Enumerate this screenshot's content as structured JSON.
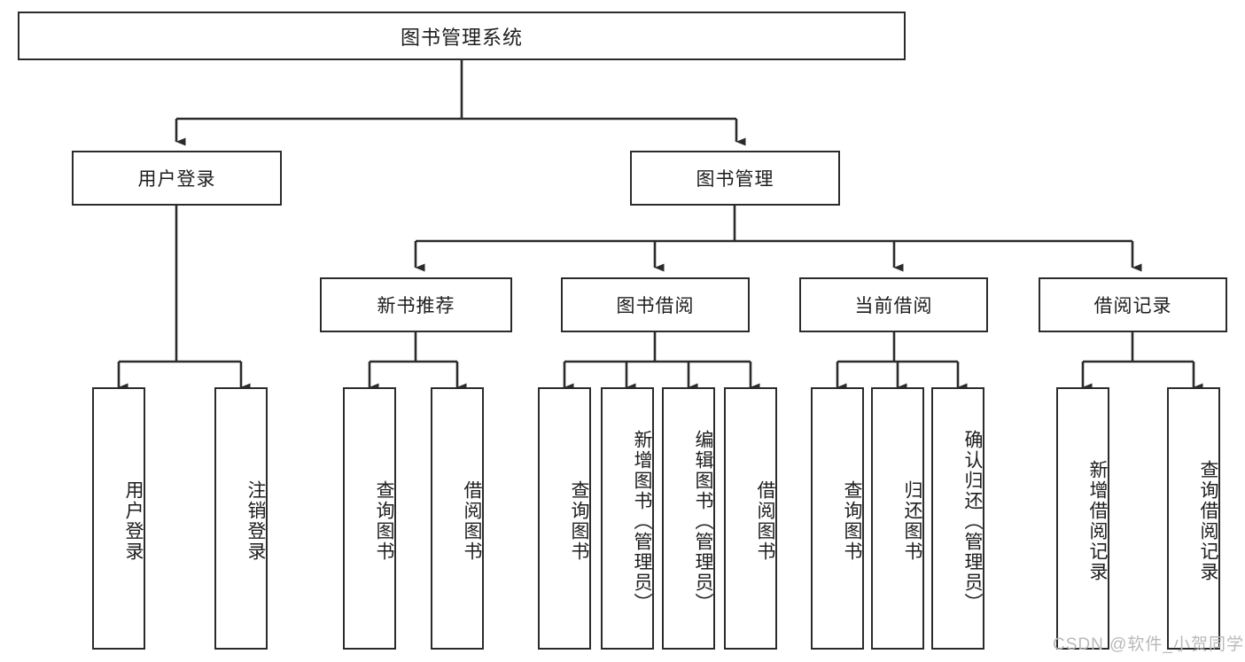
{
  "diagram": {
    "title": "图书管理系统",
    "type": "tree-hierarchy",
    "watermark": "CSDN @软件_小贺同学",
    "colors": {
      "box_border": "#2b2b2b",
      "box_fill": "#ffffff",
      "edge": "#2b2b2b",
      "text": "#1d1d1d",
      "watermark": "#b9b9b9"
    },
    "nodes": {
      "root": {
        "label": "图书管理系统"
      },
      "level2": [
        {
          "label": "用户登录"
        },
        {
          "label": "图书管理"
        }
      ],
      "level3": [
        {
          "label": "新书推荐"
        },
        {
          "label": "图书借阅"
        },
        {
          "label": "当前借阅"
        },
        {
          "label": "借阅记录"
        }
      ],
      "leaves": [
        {
          "label": "用户登录"
        },
        {
          "label": "注销登录"
        },
        {
          "label": "查询图书"
        },
        {
          "label": "借阅图书"
        },
        {
          "label": "查询图书"
        },
        {
          "label": "新增图书（管理员）"
        },
        {
          "label": "编辑图书（管理员）"
        },
        {
          "label": "借阅图书"
        },
        {
          "label": "查询图书"
        },
        {
          "label": "归还图书"
        },
        {
          "label": "确认归还（管理员）"
        },
        {
          "label": "新增借阅记录"
        },
        {
          "label": "查询借阅记录"
        }
      ]
    }
  }
}
